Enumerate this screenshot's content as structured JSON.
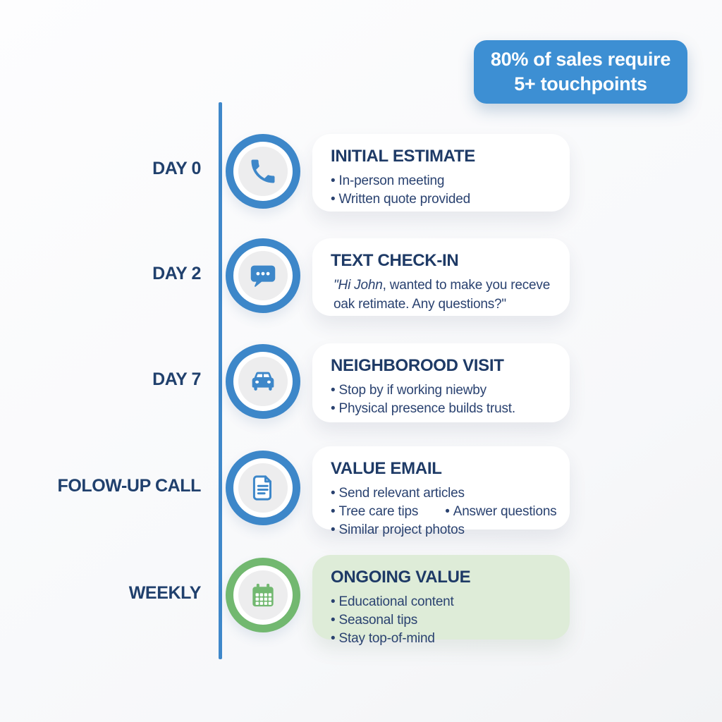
{
  "badge": {
    "line1": "80% of sales require",
    "line2": "5+ touchpoints"
  },
  "colors": {
    "accent_blue": "#3d87c9",
    "accent_green": "#72b870",
    "badge_bg": "#3d8fd3",
    "title_navy": "#1e3a66",
    "body_navy": "#2a4270",
    "green_card_bg": "#deecd8",
    "timeline_line": "#3f88ca"
  },
  "entries": [
    {
      "label": "DAY 0",
      "icon": "phone-icon",
      "title": "INITIAL ESTIMATE",
      "bullets": [
        "In-person meeting",
        "Written quote provided"
      ]
    },
    {
      "label": "DAY 2",
      "icon": "chat-icon",
      "title": "TEXT CHECK-IN",
      "quote_lead": "\"Hi John",
      "quote_rest": ", wanted to make you receve oak retimate. Any questions?\""
    },
    {
      "label": "DAY 7",
      "icon": "car-icon",
      "title": "NEIGHBOROOD VISIT",
      "bullets": [
        "Stop by if working niewby",
        "Physical presence builds trust."
      ]
    },
    {
      "label": "FOLOW-UP CALL",
      "icon": "document-icon",
      "title": "VALUE EMAIL",
      "bullets": [
        "Send relevant articles",
        "Tree care tips",
        "Answer questions",
        "Similar project photos"
      ]
    },
    {
      "label": "WEEKLY",
      "icon": "calendar-icon",
      "title": "ONGOING VALUE",
      "bullets": [
        "Educational content",
        "Seasonal tips",
        "Stay top-of-mind"
      ]
    }
  ]
}
